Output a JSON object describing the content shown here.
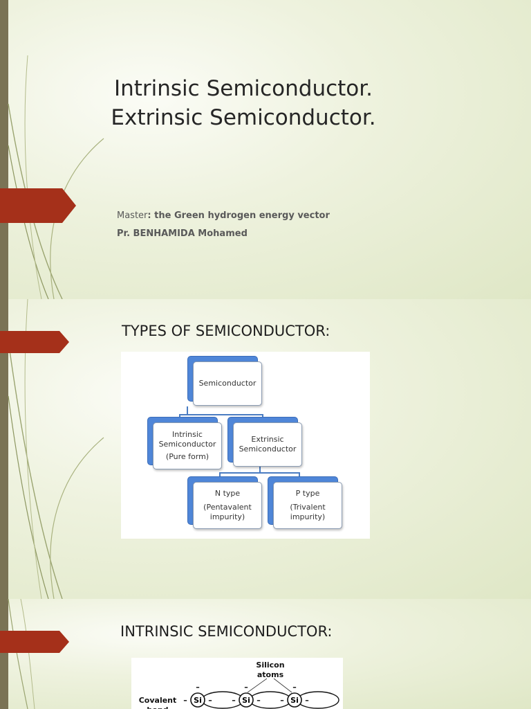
{
  "slide1": {
    "title_line1": "Intrinsic Semiconductor.",
    "title_line2": "Extrinsic Semiconductor.",
    "master_prefix": "Master",
    "master_rest": ": the Green hydrogen energy vector",
    "author": "Pr. BENHAMIDA Mohamed"
  },
  "slide2": {
    "heading": "TYPES OF SEMICONDUCTOR:",
    "diagram": {
      "root": "Semiconductor",
      "intrinsic": [
        "Intrinsic",
        "Semiconductor",
        "(Pure form)"
      ],
      "extrinsic": [
        "Extrinsic",
        "Semiconductor"
      ],
      "ntype": [
        "N type",
        "(Pentavalent",
        "impurity)"
      ],
      "ptype": [
        "P type",
        "(Trivalent",
        "impurity)"
      ]
    }
  },
  "slide3": {
    "heading": "INTRINSIC SEMICONDUCTOR:",
    "figure": {
      "silicon_label_1": "Silicon",
      "silicon_label_2": "atoms",
      "covalent_label_1": "Covalent",
      "covalent_label_2": "bond",
      "atom_label": "Si",
      "electron_mark": "–"
    }
  },
  "colors": {
    "accent_arrow": "#a5301a",
    "side_bar": "#7a7355",
    "diagram_blue": "#4f86d8"
  }
}
